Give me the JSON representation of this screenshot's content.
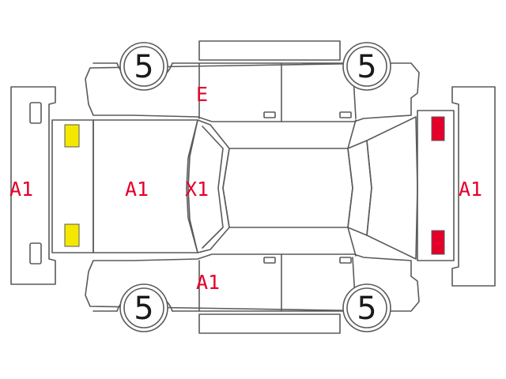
{
  "colors": {
    "outline": "#5a5a5a",
    "damage_text": "#e4002b",
    "front_lamp": "#f5e800",
    "rear_lamp": "#e4002b"
  },
  "tires": {
    "front_left": "5",
    "rear_left": "5",
    "front_right": "5",
    "rear_right": "5"
  },
  "marks": {
    "front_bumper": "A1",
    "hood": "A1",
    "windshield": "X1",
    "fender_left": "E",
    "fender_right": "A1",
    "rear_bumper": "A1"
  }
}
